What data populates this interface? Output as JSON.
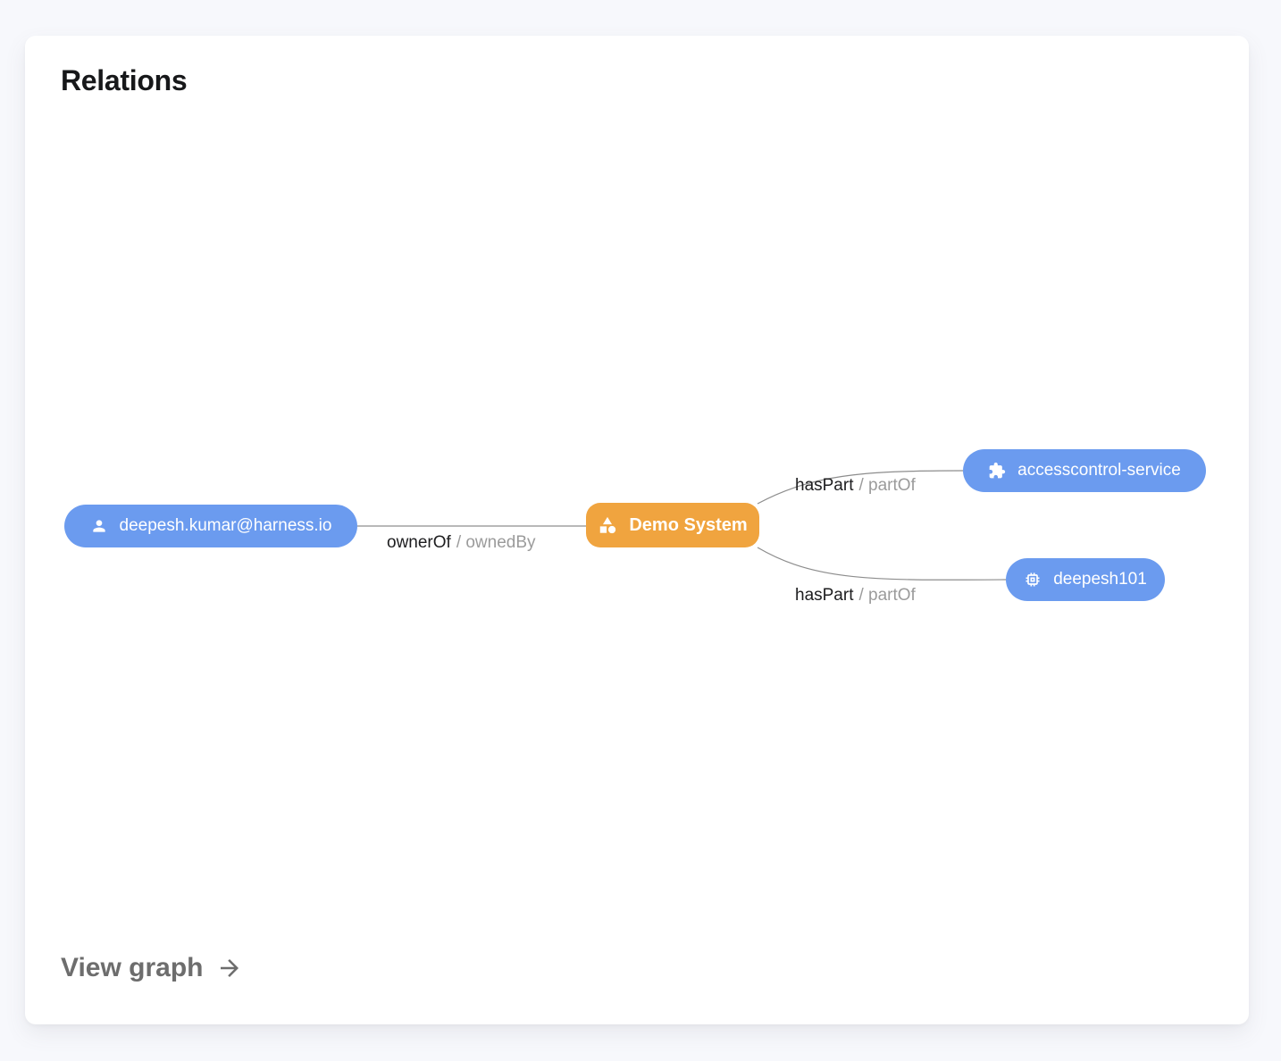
{
  "card": {
    "title": "Relations",
    "view_graph": {
      "label": "View graph",
      "icon": "arrow-right-icon"
    }
  },
  "colors": {
    "page_background": "#F7F8FC",
    "card_background": "#FFFFFF",
    "title_color": "#17181A",
    "node_blue": "#6B9BEF",
    "node_orange": "#F0A43F",
    "node_text": "#FFFFFF",
    "edge_line": "#8D8D8D",
    "edge_label_primary": "#1D1D1F",
    "edge_label_secondary": "#9B9B9B",
    "view_graph_color": "#6D6D6D"
  },
  "graph": {
    "nodes": [
      {
        "id": "user",
        "label": "deepesh.kumar@harness.io",
        "icon": "person-icon",
        "color": "#6B9BEF"
      },
      {
        "id": "system",
        "label": "Demo System",
        "icon": "category-icon",
        "color": "#F0A43F"
      },
      {
        "id": "component",
        "label": "accesscontrol-service",
        "icon": "extension-icon",
        "color": "#6B9BEF"
      },
      {
        "id": "resource",
        "label": "deepesh101",
        "icon": "memory-chip-icon",
        "color": "#6B9BEF"
      }
    ],
    "edges": [
      {
        "from": "deepesh.kumar@harness.io",
        "to": "Demo System",
        "label_primary": "ownerOf",
        "label_secondary": "/ ownedBy"
      },
      {
        "from": "Demo System",
        "to": "accesscontrol-service",
        "label_primary": "hasPart",
        "label_secondary": "/ partOf"
      },
      {
        "from": "Demo System",
        "to": "deepesh101",
        "label_primary": "hasPart",
        "label_secondary": "/ partOf"
      }
    ]
  }
}
